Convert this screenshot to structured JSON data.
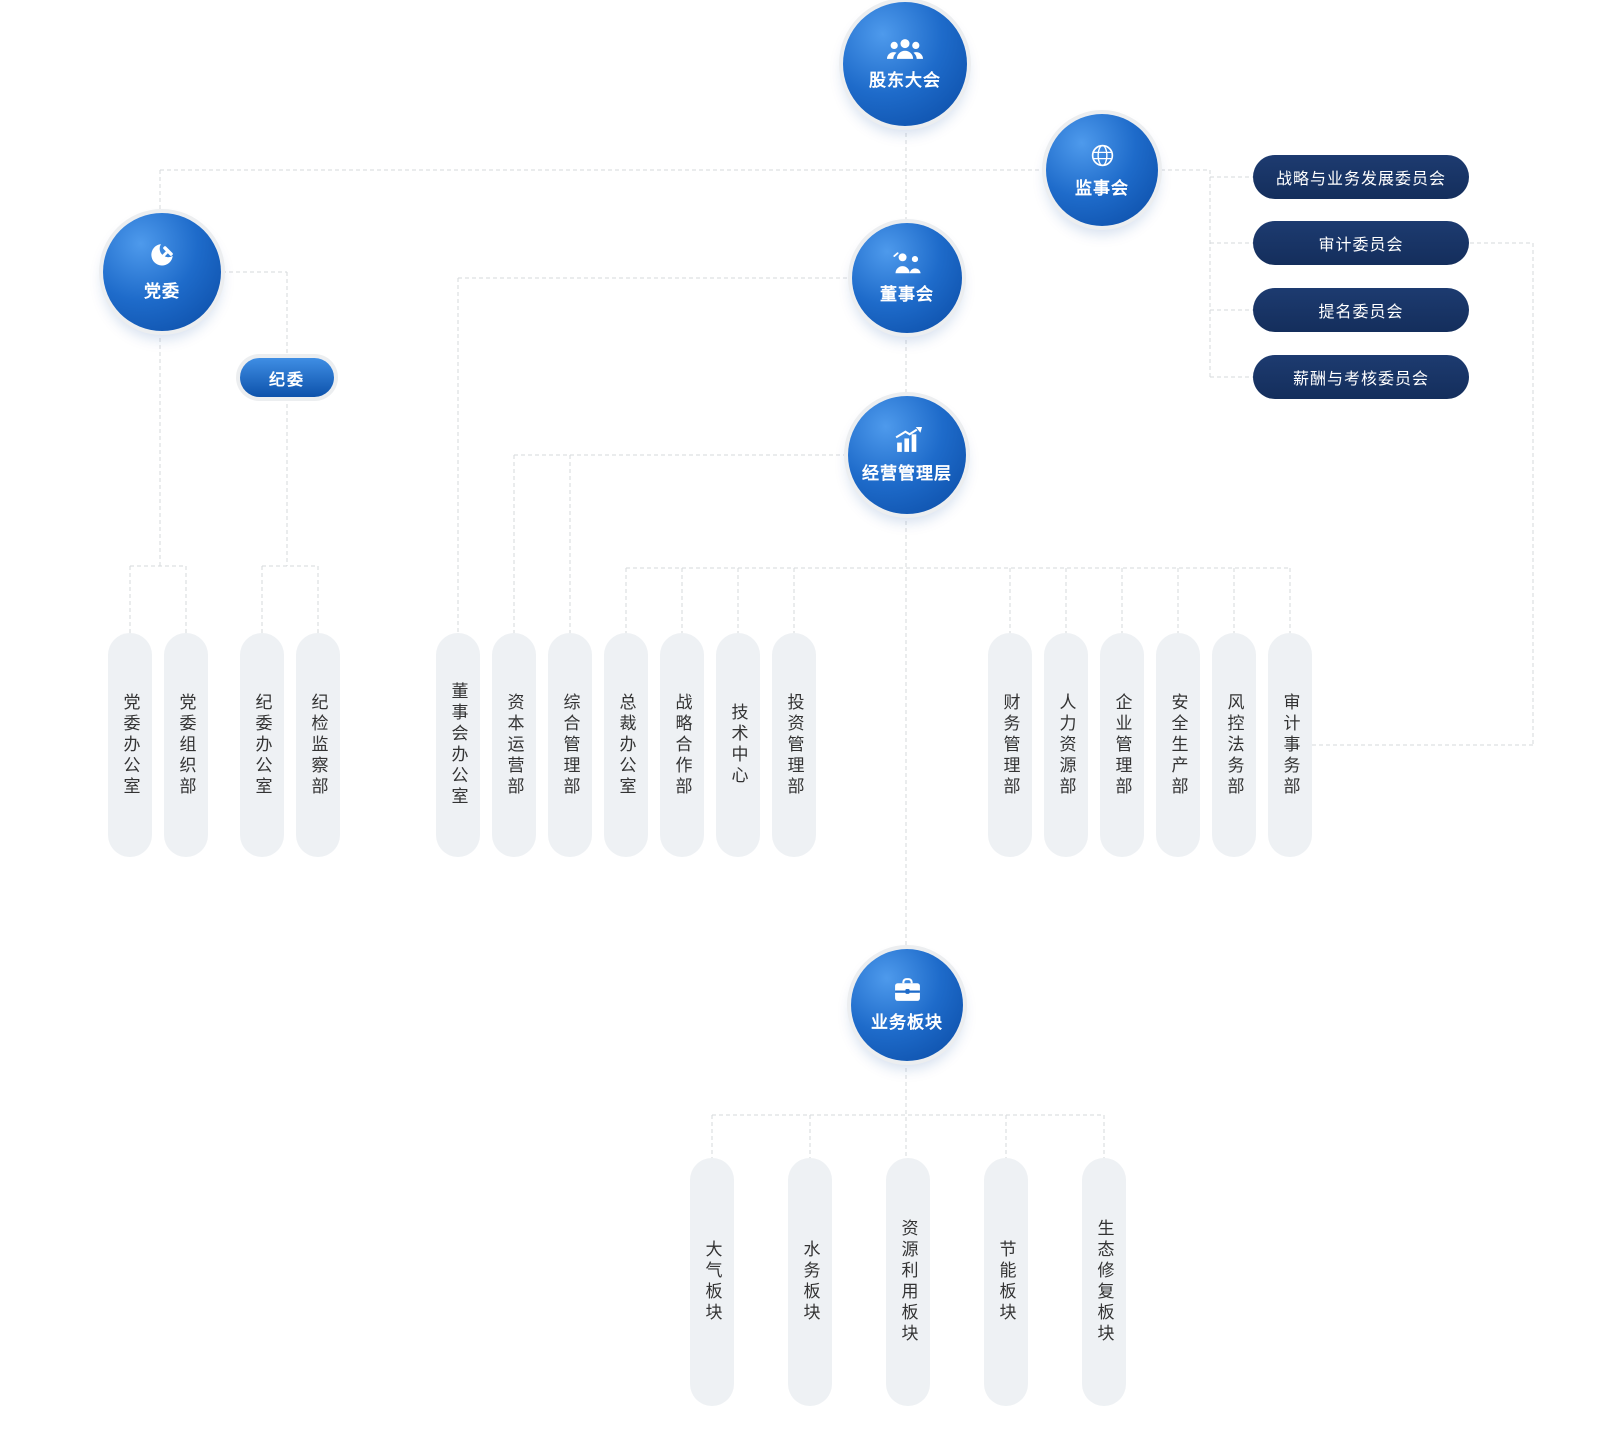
{
  "nodes": {
    "shareholders": "股东大会",
    "supervisory_board": "监事会",
    "party_committee": "党委",
    "board_of_directors": "董事会",
    "discipline_committee": "纪委",
    "management": "经营管理层",
    "business_segments": "业务板块"
  },
  "board_committees": [
    "战略与业务发展委员会",
    "审计委员会",
    "提名委员会",
    "薪酬与考核委员会"
  ],
  "departments": {
    "party": [
      "党委办公室",
      "党委组织部"
    ],
    "discipline": [
      "纪委办公室",
      "纪检监察部"
    ],
    "board_office": [
      "董事会办公室"
    ],
    "management_direct": [
      "资本运营部",
      "综合管理部"
    ],
    "executive": [
      "总裁办公室",
      "战略合作部",
      "技术中心",
      "投资管理部"
    ],
    "functional": [
      "财务管理部",
      "人力资源部",
      "企业管理部",
      "安全生产部",
      "风控法务部",
      "审计事务部"
    ]
  },
  "segments": [
    "大气板块",
    "水务板块",
    "资源利用板块",
    "节能板块",
    "生态修复板块"
  ],
  "icons": {
    "shareholders": "people-group-icon",
    "supervisory_board": "globe-icon",
    "party_committee": "hammer-sickle-icon",
    "board_of_directors": "meeting-people-icon",
    "management": "growth-chart-icon",
    "business_segments": "briefcase-icon"
  },
  "colors": {
    "node_gradient_start": "#4e9aec",
    "node_gradient_end": "#0a4aa3",
    "committee_pill": "#1d3b70",
    "dept_pill": "#eef1f4",
    "dept_text": "#333333",
    "connector": "#d5d8db"
  }
}
